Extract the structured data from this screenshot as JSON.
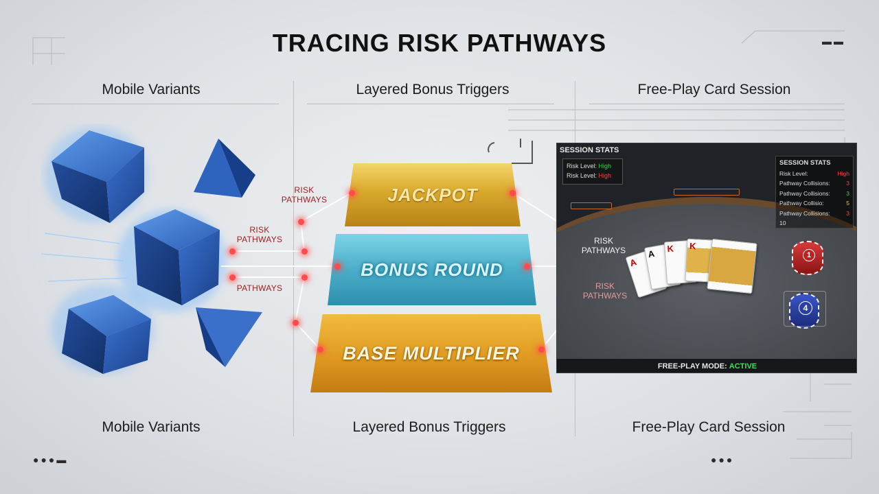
{
  "title": "TRACING RISK PATHWAYS",
  "columns_top": [
    "Mobile Variants",
    "Layered Bonus Triggers",
    "Free-Play Card Session"
  ],
  "columns_bottom": [
    "Mobile Variants",
    "Layered Bonus Triggers",
    "Free-Play Card Session"
  ],
  "tiers": {
    "top": "JACKPOT",
    "middle": "BONUS ROUND",
    "bottom": "BASE MULTIPLIER"
  },
  "left_labels": {
    "upper": "RISK\nPATHWAYS",
    "middle": "RISK\nPATHWAYS",
    "lower": "PATHWAYS"
  },
  "right_labels": {
    "upper": "RISK\nPATHWAYS",
    "lower": "RISK\nPATHWAYS"
  },
  "game": {
    "header": "SESSION STATS",
    "small_box": [
      {
        "label": "Risk Level:",
        "value": "High"
      },
      {
        "label": "Risk  Level:",
        "value": "High"
      }
    ],
    "panel_title": "SESSION STATS",
    "panel_rows": [
      {
        "label": "Risk Level:",
        "value": "High"
      },
      {
        "label": "Pathway Collisions:",
        "value": "3"
      },
      {
        "label": "Pathway Collisions:",
        "value": "3"
      },
      {
        "label": "Pathway Collisio:",
        "value": "5"
      },
      {
        "label": "Pathway Collisions:",
        "value": "3"
      },
      {
        "label": "10",
        "value": ""
      }
    ],
    "footer_prefix": "FREE-PLAY MODE:",
    "footer_status": "ACTIVE",
    "chip_values": [
      "1",
      "4"
    ],
    "cards": [
      "A",
      "A",
      "K",
      "K"
    ]
  },
  "colors": {
    "accent_red": "#ff4b4b",
    "gold": "#d9a92c",
    "cyan": "#4aaec9",
    "orange": "#e09a22",
    "active_green": "#37e05b"
  },
  "icons": [
    "cube-icon",
    "pyramid-icon",
    "card-icon",
    "chip-icon"
  ]
}
